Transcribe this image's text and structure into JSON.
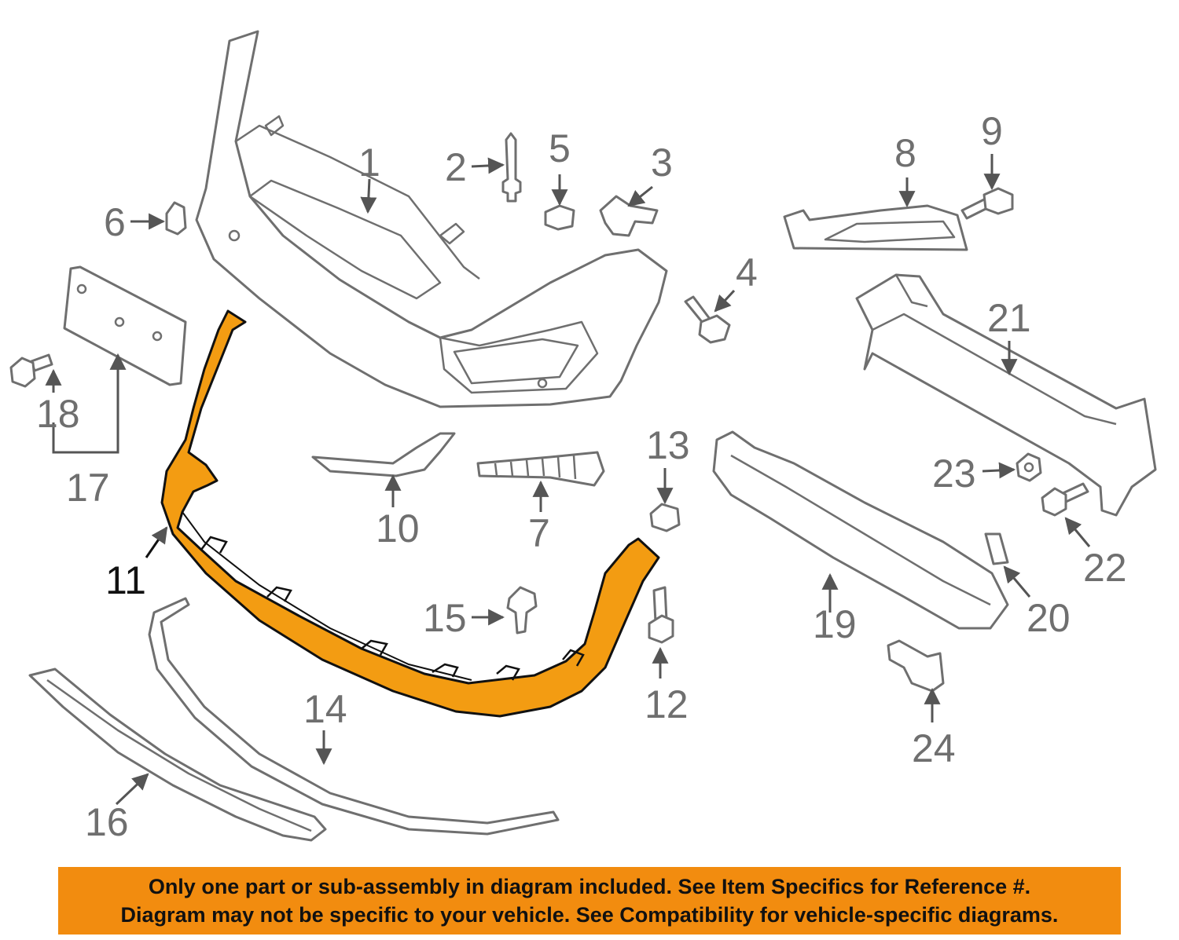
{
  "parts": {
    "p1": "1",
    "p2": "2",
    "p3": "3",
    "p4": "4",
    "p5": "5",
    "p6": "6",
    "p7": "7",
    "p8": "8",
    "p9": "9",
    "p10": "10",
    "p11": "11",
    "p12": "12",
    "p13": "13",
    "p14": "14",
    "p15": "15",
    "p16": "16",
    "p17": "17",
    "p18": "18",
    "p19": "19",
    "p20": "20",
    "p21": "21",
    "p22": "22",
    "p23": "23",
    "p24": "24"
  },
  "highlighted_part": "11",
  "colors": {
    "highlight": "#f39c12",
    "banner": "#f28c0f",
    "line": "#6f6f6f"
  },
  "notice": {
    "line1": "Only one part or sub-assembly in diagram included. See Item Specifics for Reference #.",
    "line2": "Diagram may not be specific to your vehicle. See Compatibility for vehicle-specific diagrams."
  }
}
